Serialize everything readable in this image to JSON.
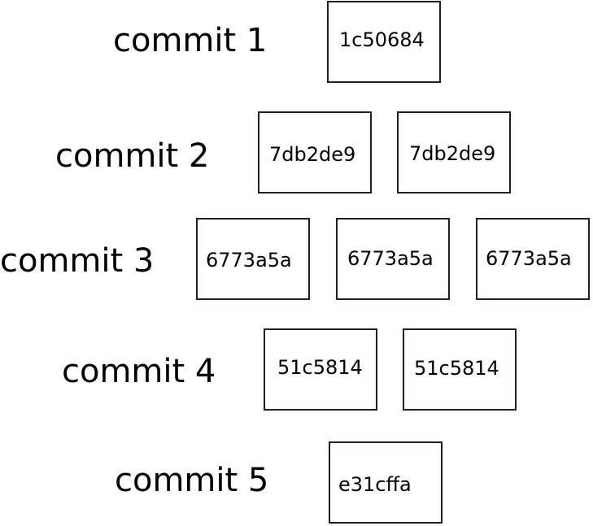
{
  "diagram": {
    "rows": [
      {
        "label": "commit 1",
        "hashes": [
          "1c50684"
        ]
      },
      {
        "label": "commit 2",
        "hashes": [
          "7db2de9",
          "7db2de9"
        ]
      },
      {
        "label": "commit 3",
        "hashes": [
          "6773a5a",
          "6773a5a",
          "6773a5a"
        ]
      },
      {
        "label": "commit 4",
        "hashes": [
          "51c5814",
          "51c5814"
        ]
      },
      {
        "label": "commit 5",
        "hashes": [
          "e31cffa"
        ]
      }
    ]
  }
}
